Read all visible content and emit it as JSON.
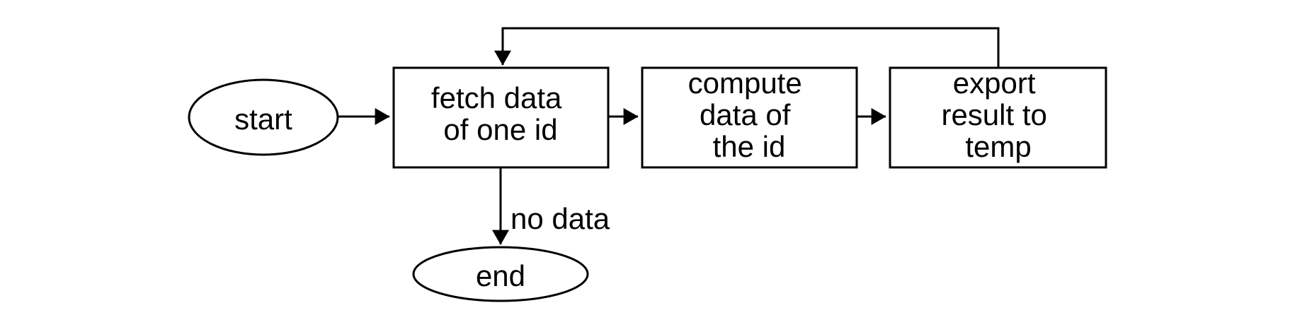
{
  "diagram": {
    "type": "flowchart",
    "colors": {
      "line": "#000000",
      "accent": "#C55A11",
      "background": "#ffffff"
    },
    "nodes": {
      "start": {
        "shape": "ellipse",
        "label": "start"
      },
      "fetch": {
        "shape": "rect",
        "lines": [
          "fetch data",
          "of one id"
        ]
      },
      "compute": {
        "shape": "rect",
        "lines": [
          "compute",
          "data of",
          "the id"
        ]
      },
      "export": {
        "shape": "rect",
        "lines": [
          "export",
          "result to",
          "temp"
        ],
        "highlighted": true
      },
      "end": {
        "shape": "ellipse",
        "label": "end"
      }
    },
    "edges": [
      {
        "from": "start",
        "to": "fetch",
        "label": ""
      },
      {
        "from": "fetch",
        "to": "compute",
        "label": ""
      },
      {
        "from": "compute",
        "to": "export",
        "label": ""
      },
      {
        "from": "export",
        "to": "fetch",
        "kind": "loop-back",
        "label": ""
      },
      {
        "from": "fetch",
        "to": "end",
        "label": "no data"
      }
    ]
  }
}
